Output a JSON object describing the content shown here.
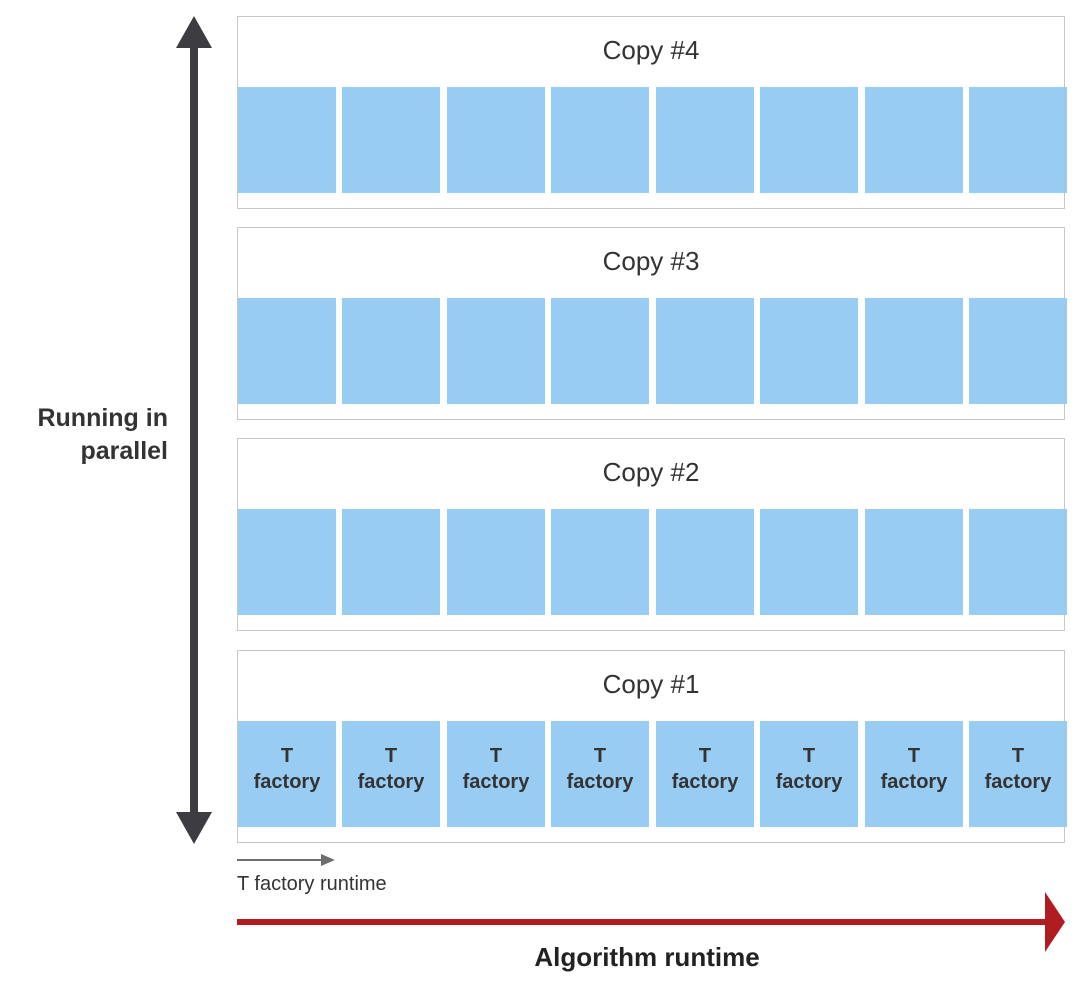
{
  "axes": {
    "vertical_label_line1": "Running in",
    "vertical_label_line2": "parallel",
    "horizontal_label": "Algorithm runtime",
    "small_arrow_label": "T factory runtime"
  },
  "copies": [
    {
      "title": "Copy #4",
      "block_labels": [
        "",
        "",
        "",
        "",
        "",
        "",
        "",
        ""
      ]
    },
    {
      "title": "Copy #3",
      "block_labels": [
        "",
        "",
        "",
        "",
        "",
        "",
        "",
        ""
      ]
    },
    {
      "title": "Copy #2",
      "block_labels": [
        "",
        "",
        "",
        "",
        "",
        "",
        "",
        ""
      ]
    },
    {
      "title": "Copy #1",
      "block_line1": "T",
      "block_line2": "factory",
      "block_count": 8
    }
  ],
  "colors": {
    "block_fill": "#99ccf3",
    "vertical_arrow": "#3c3c41",
    "horizontal_arrow": "#b01c20",
    "small_arrow": "#6e6e6e",
    "copy_border": "#c8c8c8"
  }
}
